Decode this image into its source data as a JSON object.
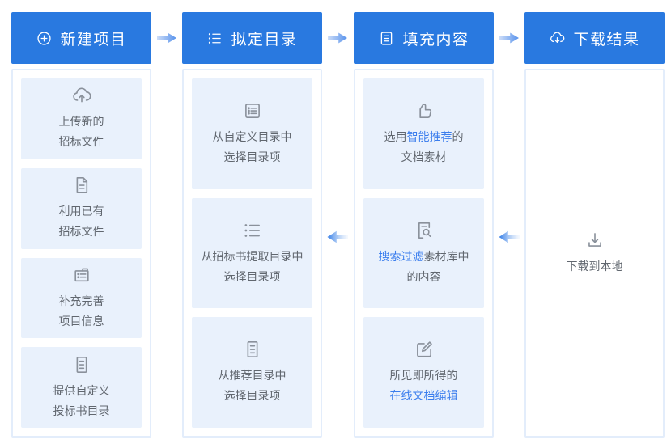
{
  "colors": {
    "header_blue": "#2979e0",
    "card_background": "#e9f1fc",
    "panel_border": "#e3edfb",
    "text_gray": "#61676f",
    "text_highlight_blue": "#3a7ded",
    "icon_gray": "#8a919b",
    "arrow_head_blue": "#4a8ceb"
  },
  "flow": {
    "columns": [
      {
        "id": "create-project",
        "header": {
          "label": "新建项目",
          "icon": "plus-circle-icon"
        },
        "cards": [
          {
            "icon": "cloud-upload-icon",
            "lines": [
              [
                {
                  "text": "上传新的"
                }
              ],
              [
                {
                  "text": "招标文件"
                }
              ]
            ]
          },
          {
            "icon": "file-text-icon",
            "lines": [
              [
                {
                  "text": "利用已有"
                }
              ],
              [
                {
                  "text": "招标文件"
                }
              ]
            ]
          },
          {
            "icon": "file-tab-icon",
            "lines": [
              [
                {
                  "text": "补充完善"
                }
              ],
              [
                {
                  "text": "项目信息"
                }
              ]
            ]
          },
          {
            "icon": "file-lines-icon",
            "lines": [
              [
                {
                  "text": "提供自定义"
                }
              ],
              [
                {
                  "text": "投标书目录"
                }
              ]
            ]
          }
        ]
      },
      {
        "id": "draft-outline",
        "header": {
          "label": "拟定目录",
          "icon": "list-icon"
        },
        "cards": [
          {
            "icon": "list-box-icon",
            "lines": [
              [
                {
                  "text": "从自定义目录中"
                }
              ],
              [
                {
                  "text": "选择目录项"
                }
              ]
            ]
          },
          {
            "icon": "list-icon",
            "lines": [
              [
                {
                  "text": "从招标书提取目录中"
                }
              ],
              [
                {
                  "text": "选择目录项"
                }
              ]
            ]
          },
          {
            "icon": "file-lines-icon",
            "lines": [
              [
                {
                  "text": "从推荐目录中"
                }
              ],
              [
                {
                  "text": "选择目录项"
                }
              ]
            ]
          }
        ]
      },
      {
        "id": "fill-content",
        "header": {
          "label": "填充内容",
          "icon": "file-lines-box-icon"
        },
        "cards": [
          {
            "icon": "thumbs-up-icon",
            "lines": [
              [
                {
                  "text": "选用"
                },
                {
                  "text": "智能推荐",
                  "highlight": true
                },
                {
                  "text": "的"
                }
              ],
              [
                {
                  "text": "文档素材"
                }
              ]
            ]
          },
          {
            "icon": "file-search-icon",
            "lines": [
              [
                {
                  "text": "搜索过滤",
                  "highlight": true
                },
                {
                  "text": "素材库中"
                }
              ],
              [
                {
                  "text": "的内容"
                }
              ]
            ]
          },
          {
            "icon": "edit-square-icon",
            "lines": [
              [
                {
                  "text": "所见即所得的"
                }
              ],
              [
                {
                  "text": "在线文档编辑",
                  "highlight": true
                }
              ]
            ]
          }
        ]
      },
      {
        "id": "download-result",
        "header": {
          "label": "下载结果",
          "icon": "cloud-download-icon"
        },
        "content": {
          "icon": "download-icon",
          "label": "下载到本地"
        }
      }
    ],
    "top_arrows": [
      "arrow-right-icon",
      "arrow-right-icon",
      "arrow-right-icon"
    ],
    "mid_arrows": [
      "arrow-left-icon",
      "arrow-left-icon"
    ]
  }
}
